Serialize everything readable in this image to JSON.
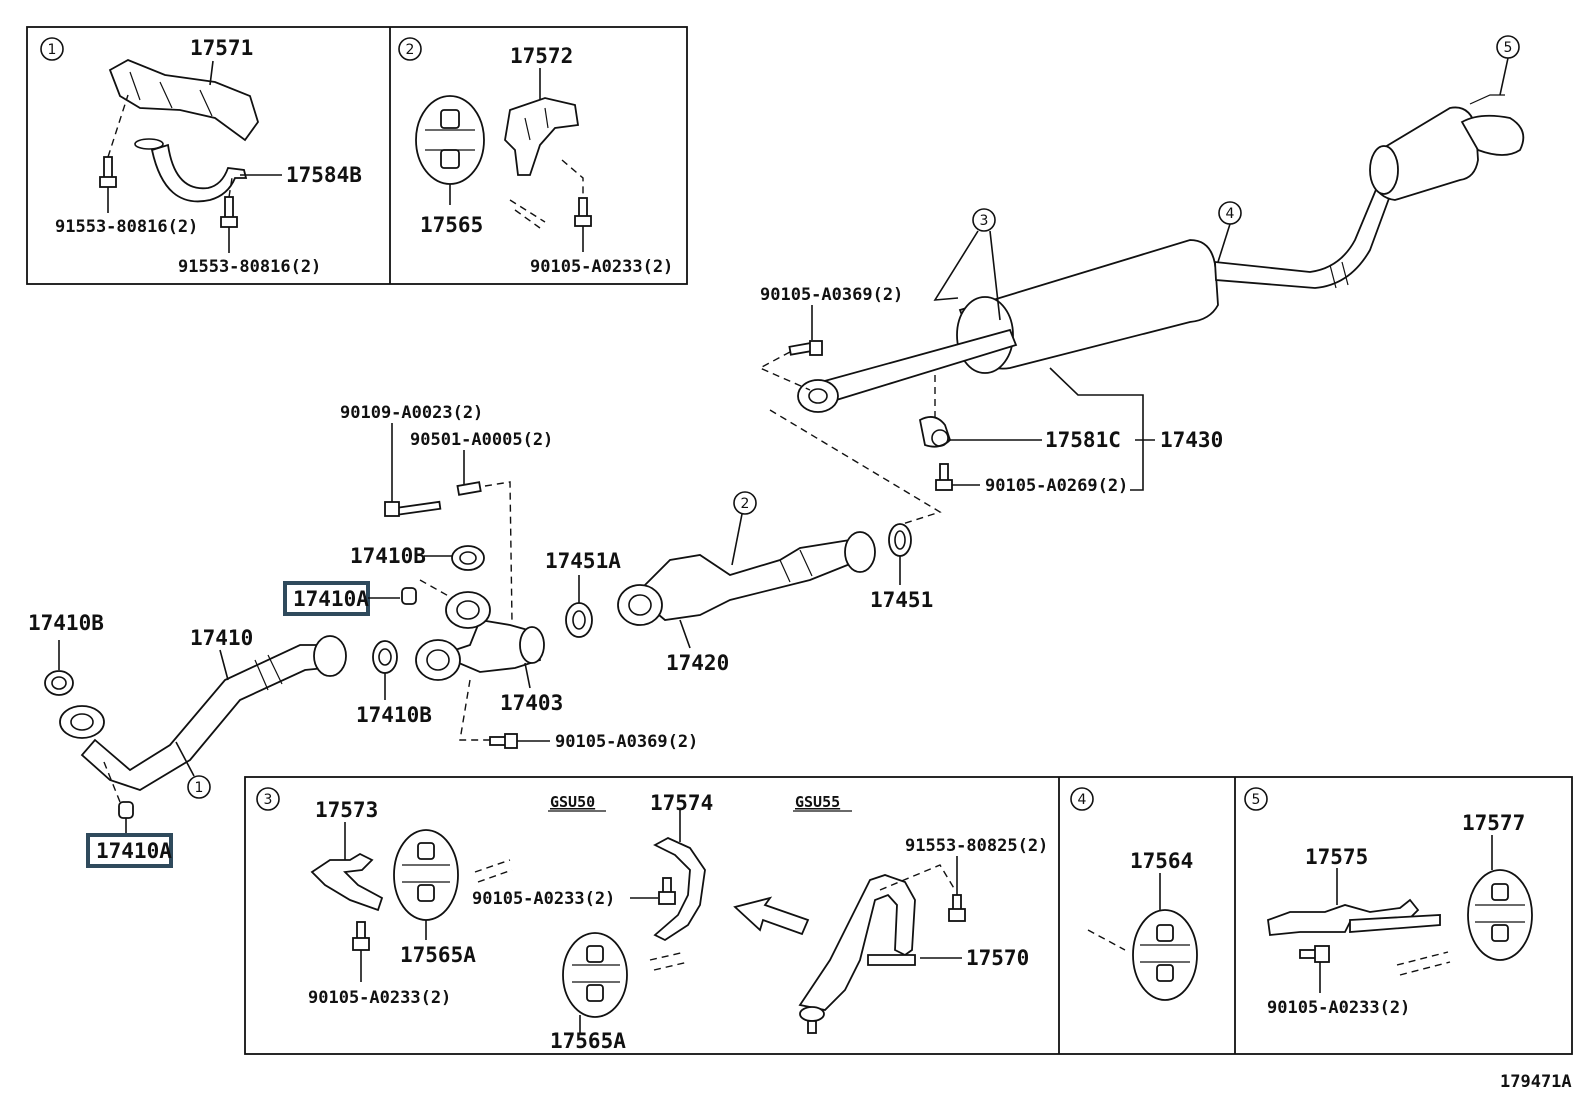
{
  "callouts": [
    "1",
    "2",
    "3",
    "4",
    "5"
  ],
  "inset_1": {
    "parts": [
      "17571",
      "17584B",
      "91553-80816(2)",
      "91553-80816(2)"
    ]
  },
  "inset_2": {
    "parts": [
      "17572",
      "17565",
      "90105-A0233(2)"
    ]
  },
  "main": {
    "parts": {
      "p17430": "17430",
      "p17581C": "17581C",
      "p90105_a0369_top": "90105-A0369(2)",
      "p90105_a0269": "90105-A0269(2)",
      "p90109": "90109-A0023(2)",
      "p90501": "90501-A0005(2)",
      "p17410B_a": "17410B",
      "p17410A_a": "17410A",
      "p17451A": "17451A",
      "p17451": "17451",
      "p17420": "17420",
      "p17403": "17403",
      "p17410B_b": "17410B",
      "p17410B_c": "17410B",
      "p17410": "17410",
      "p17410A_b": "17410A",
      "p90105_a0369_bot": "90105-A0369(2)"
    }
  },
  "inset_3": {
    "variants": [
      "GSU50",
      "GSU55"
    ],
    "parts": [
      "17573",
      "17565A",
      "90105-A0233(2)",
      "17574",
      "90105-A0233(2)",
      "17565A",
      "91553-80825(2)",
      "17570"
    ]
  },
  "inset_4": {
    "parts": [
      "17564"
    ]
  },
  "inset_5": {
    "parts": [
      "17575",
      "17577",
      "90105-A0233(2)"
    ]
  },
  "diagram_id": "179471A",
  "colors": {
    "highlight_box": "#2f4a5c",
    "line": "#111111"
  }
}
